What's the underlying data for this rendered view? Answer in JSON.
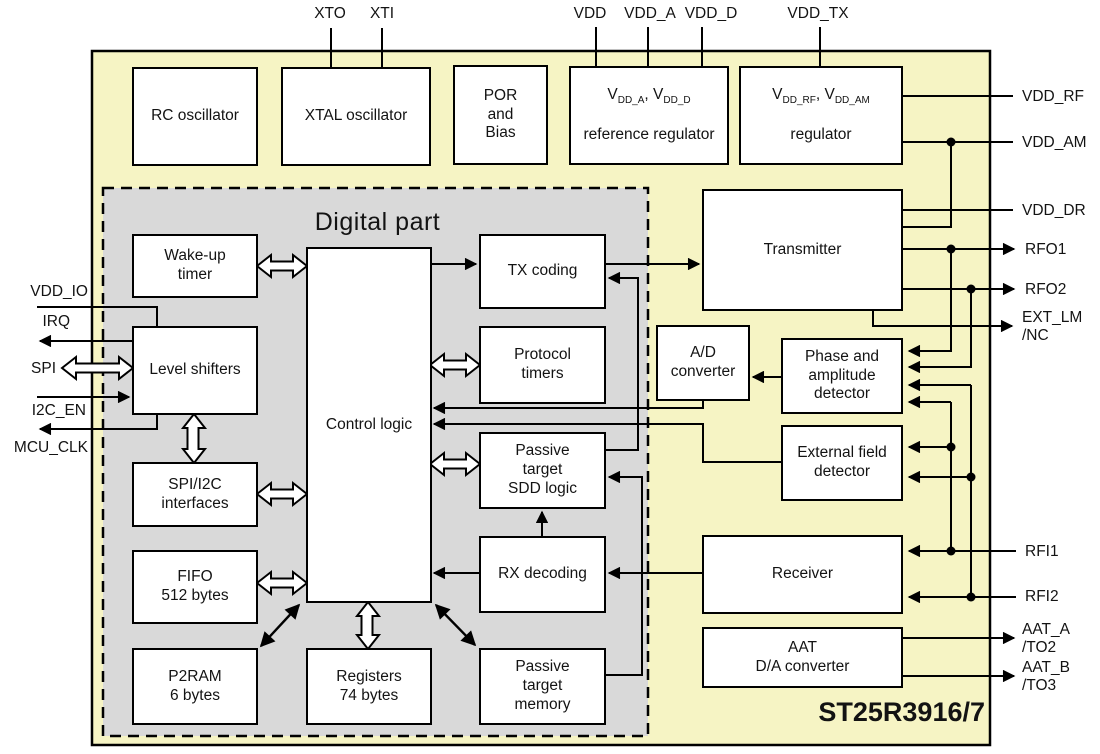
{
  "chip": {
    "name": "ST25R3916/7",
    "digital_part_label": "Digital part"
  },
  "top_pins": {
    "xto": "XTO",
    "xti": "XTI",
    "vdd": "VDD",
    "vdd_a": "VDD_A",
    "vdd_d": "VDD_D",
    "vdd_tx": "VDD_TX"
  },
  "left_pins": {
    "vdd_io": "VDD_IO",
    "irq": "IRQ",
    "spi": "SPI",
    "i2c_en": "I2C_EN",
    "mcu_clk": "MCU_CLK"
  },
  "right_pins": {
    "vdd_rf": "VDD_RF",
    "vdd_am": "VDD_AM",
    "vdd_dr": "VDD_DR",
    "rfo1": "RFO1",
    "rfo2": "RFO2",
    "ext_lm": "EXT_LM\n/NC",
    "rfi1": "RFI1",
    "rfi2": "RFI2",
    "aat_a": "AAT_A\n/TO2",
    "aat_b": "AAT_B\n/TO3"
  },
  "blocks": {
    "rc_osc": "RC oscillator",
    "xtal_osc": "XTAL oscillator",
    "por_bias": "POR\nand\nBias",
    "ref_regulator": {
      "t1": "V",
      "s1": "DD_A",
      "t2": ", V",
      "s2": "DD_D",
      "line2": "reference regulator"
    },
    "rf_regulator": {
      "t1": "V",
      "s1": "DD_RF",
      "t2": ", V",
      "s2": "DD_AM",
      "line2": "regulator"
    },
    "wakeup_timer": "Wake-up\ntimer",
    "level_shifters": "Level shifters",
    "spi_i2c": "SPI/I2C\ninterfaces",
    "fifo": "FIFO\n512 bytes",
    "p2ram": "P2RAM\n6 bytes",
    "control_logic": "Control logic",
    "registers": "Registers\n74 bytes",
    "tx_coding": "TX coding",
    "protocol_timers": "Protocol\ntimers",
    "sdd_logic": "Passive\ntarget\nSDD logic",
    "rx_decoding": "RX decoding",
    "passive_memory": "Passive\ntarget\nmemory",
    "transmitter": "Transmitter",
    "ad_converter": "A/D\nconverter",
    "phase_detector": "Phase and\namplitude\ndetector",
    "ext_field_detector": "External field\ndetector",
    "receiver": "Receiver",
    "aat_dac": "AAT\nD/A converter"
  },
  "colors": {
    "chip_fill": "#f6f4c4",
    "digital_fill": "#d9d9d9",
    "block_fill": "#ffffff",
    "line": "#000000"
  }
}
